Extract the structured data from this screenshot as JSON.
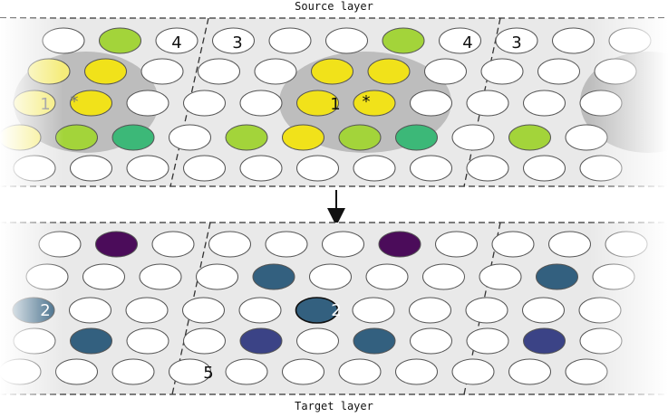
{
  "diagram": {
    "source_title": "Source layer",
    "target_title": "Target layer",
    "colors": {
      "band_fill": "#e9e9e9",
      "cell_fill": "#ffffff",
      "receptive_field": "#bdbdbd",
      "yellow": "#f1e21a",
      "yellow_light": "#f5ec7a",
      "green_light": "#a3d43a",
      "green_teal": "#3cb878",
      "purple_dark": "#4b0c5a",
      "blue_steel": "#33607f",
      "blue_indigo": "#3b4386",
      "arrow": "#111111"
    },
    "labels": {
      "one": "1",
      "two": "2",
      "three": "3",
      "four": "4",
      "five": "5",
      "star": "*"
    }
  }
}
